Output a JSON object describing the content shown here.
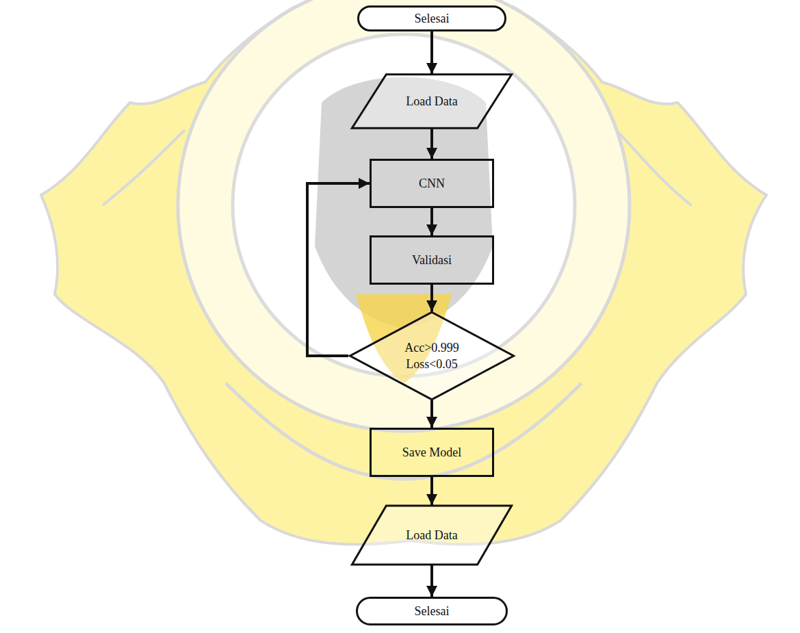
{
  "diagram": {
    "nodes": [
      {
        "text": [
          "Selesai"
        ]
      },
      {
        "text": [
          "Load Data"
        ]
      },
      {
        "text": [
          "CNN"
        ]
      },
      {
        "text": [
          "Validasi"
        ]
      },
      {
        "text": [
          "Acc>0.999 Loss<0.05"
        ]
      },
      {
        "text": [
          "Save Model"
        ]
      },
      {
        "text": [
          "Load Data"
        ]
      },
      {
        "text": [
          "Selesai"
        ]
      }
    ],
    "edges": [
      {
        "from": 0,
        "to": 1,
        "arrow": "to"
      },
      {
        "from": 1,
        "to": 2,
        "arrow": "to"
      },
      {
        "from": 2,
        "to": 3,
        "arrow": "to"
      },
      {
        "from": 3,
        "to": 4,
        "arrow": "to"
      },
      {
        "from": 4,
        "to": 2,
        "arrow": "to"
      },
      {
        "from": 4,
        "to": 5,
        "arrow": "to"
      },
      {
        "from": 5,
        "to": 6,
        "arrow": "to"
      },
      {
        "from": 6,
        "to": 7,
        "arrow": "to"
      }
    ]
  }
}
